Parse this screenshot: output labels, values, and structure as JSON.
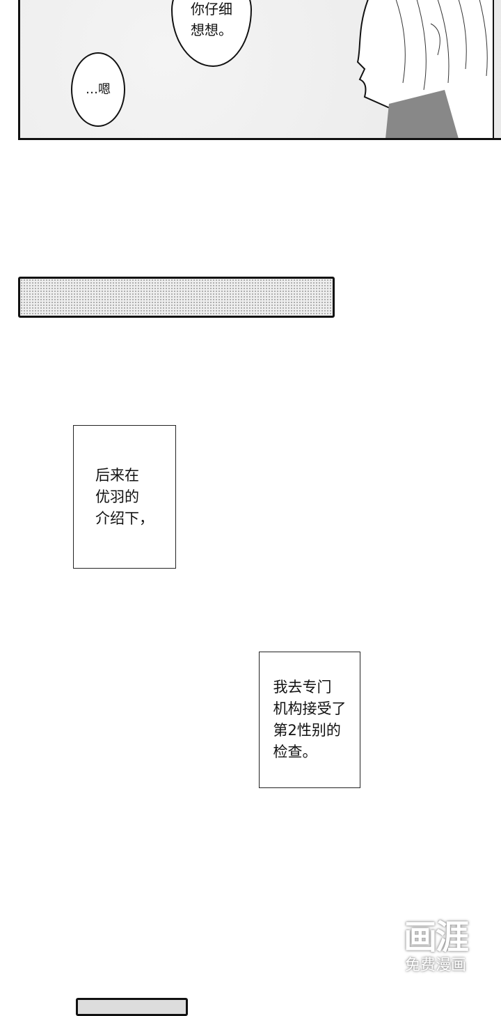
{
  "panel_top": {
    "bubble_1": "你仔细\n想想。",
    "bubble_2": "…嗯"
  },
  "caption_1": "后来在\n优羽的\n介绍下，",
  "caption_2": "我去专门\n机构接受了\n第2性别的\n检查。",
  "watermark": {
    "logo": "画涯",
    "subtitle": "免费漫画"
  }
}
